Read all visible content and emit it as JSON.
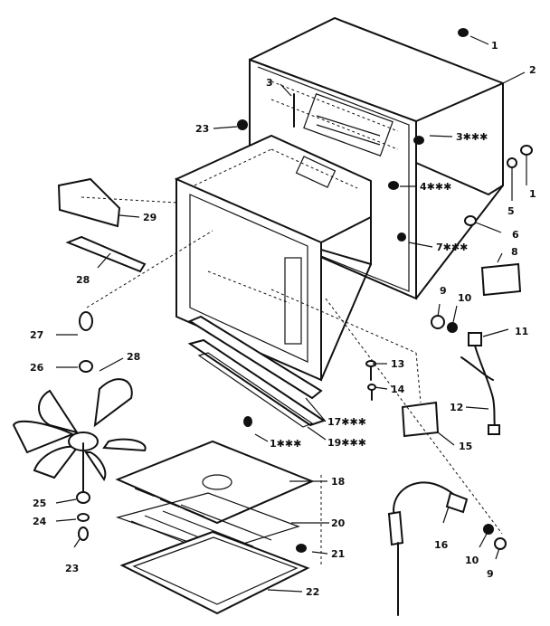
{
  "labels": {
    "l1": "1",
    "l2": "2",
    "l3a": "3",
    "l3b": "3✱✱✱",
    "l4": "4✱✱✱",
    "l5": "5",
    "l1b": "1",
    "l6": "6",
    "l7": "7✱✱✱",
    "l8": "8",
    "l9a": "9",
    "l10a": "10",
    "l11": "11",
    "l12": "12",
    "l13": "13",
    "l14": "14",
    "l15": "15",
    "l16": "16",
    "l10b": "10",
    "l9b": "9",
    "l17": "17✱✱✱",
    "l1c": "1✱✱✱",
    "l19": "19✱✱✱",
    "l18": "18",
    "l20": "20",
    "l21": "21",
    "l22": "22",
    "l23a": "23",
    "l29": "29",
    "l28": "28",
    "l27": "27",
    "l26": "26",
    "l28b": "28",
    "l25": "25",
    "l24": "24",
    "l23b": "23"
  }
}
